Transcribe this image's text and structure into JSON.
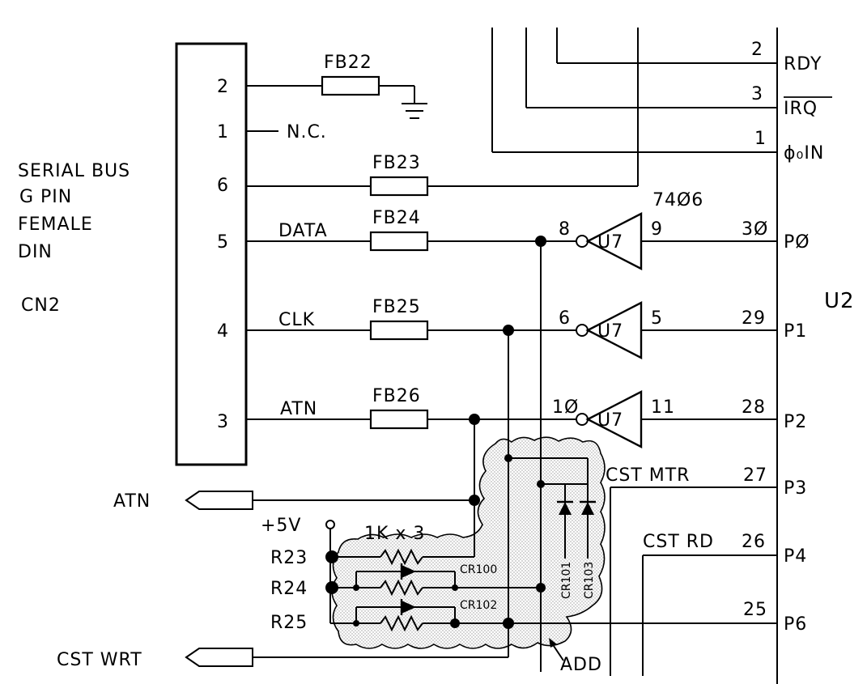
{
  "connector": {
    "title_lines": [
      "SERIAL BUS",
      "G PIN",
      "FEMALE",
      "DIN"
    ],
    "ref": "CN2",
    "pins": [
      "2",
      "1",
      "6",
      "5",
      "4",
      "3"
    ],
    "nc_label": "N.C."
  },
  "ferrite_beads": [
    "FB22",
    "FB23",
    "FB24",
    "FB25",
    "FB26"
  ],
  "signals": {
    "data": "DATA",
    "clk": "CLK",
    "atn": "ATN"
  },
  "inverter_part": "74Ø6",
  "inverters": [
    {
      "ref": "U7",
      "in_pin": "8",
      "out_pin": "9"
    },
    {
      "ref": "U7",
      "in_pin": "6",
      "out_pin": "5"
    },
    {
      "ref": "U7",
      "in_pin": "1Ø",
      "out_pin": "11"
    }
  ],
  "ic": {
    "ref": "U2",
    "pins": [
      {
        "num": "2",
        "name": "RDY"
      },
      {
        "num": "3",
        "name": "IRQ"
      },
      {
        "num": "1",
        "name": "ϕ₀IN"
      },
      {
        "num": "3Ø",
        "name": "PØ"
      },
      {
        "num": "29",
        "name": "P1"
      },
      {
        "num": "28",
        "name": "P2"
      },
      {
        "num": "27",
        "name": "P3"
      },
      {
        "num": "26",
        "name": "P4"
      },
      {
        "num": "25",
        "name": "P6"
      }
    ]
  },
  "cassette": {
    "motor": "CST MTR",
    "read": "CST RD",
    "write": "CST WRT"
  },
  "off_page": {
    "atn": "ATN",
    "cst_wrt": "CST WRT"
  },
  "power": "+5V",
  "resistors": {
    "network": "1K x 3",
    "refs": [
      "R23",
      "R24",
      "R25"
    ]
  },
  "diodes": [
    "CR100",
    "CR102",
    "CR101",
    "CR103"
  ],
  "annotation": "ADD"
}
